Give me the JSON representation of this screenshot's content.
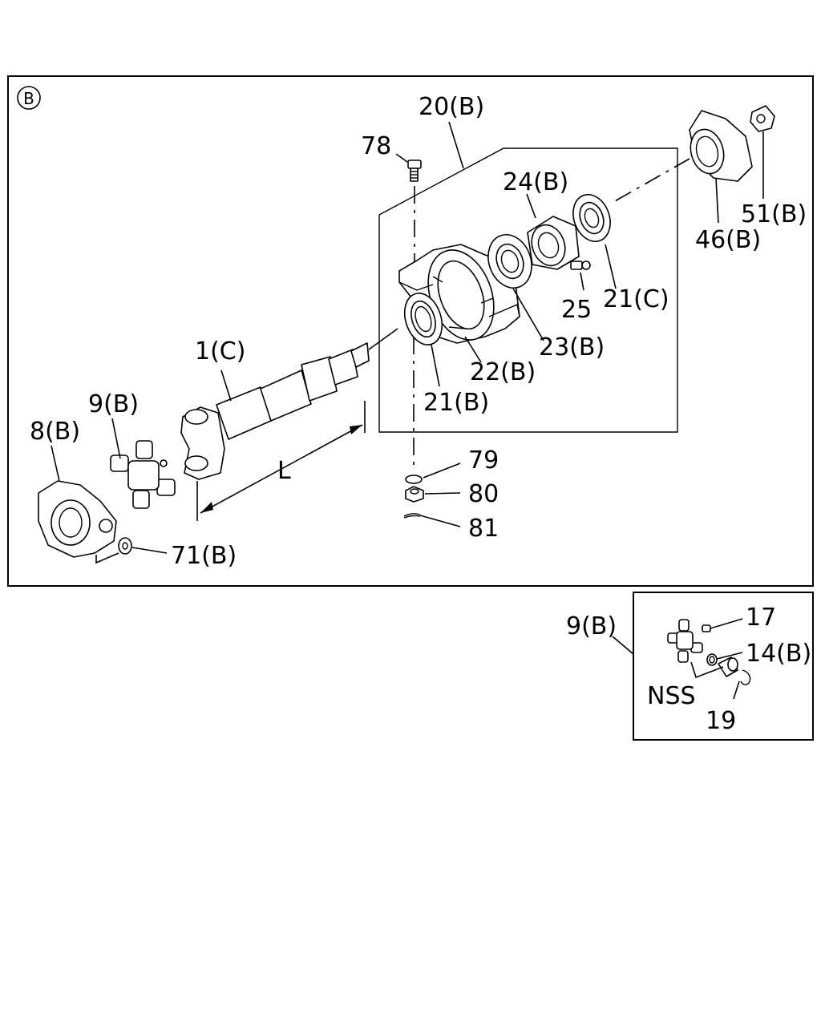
{
  "diagram": {
    "view_marker": "B",
    "callouts": {
      "c20": "20(B)",
      "c78": "78",
      "c24": "24(B)",
      "c51": "51(B)",
      "c46": "46(B)",
      "c25": "25",
      "c21c": "21(C)",
      "c23": "23(B)",
      "c22": "22(B)",
      "c21b": "21(B)",
      "c1c": "1(C)",
      "c9b": "9(B)",
      "c8b": "8(B)",
      "cL": "L",
      "c79": "79",
      "c80": "80",
      "c81": "81",
      "c71": "71(B)"
    },
    "inset": {
      "c9b": "9(B)",
      "c17": "17",
      "c14": "14(B)",
      "nss": "NSS",
      "c19": "19"
    }
  }
}
